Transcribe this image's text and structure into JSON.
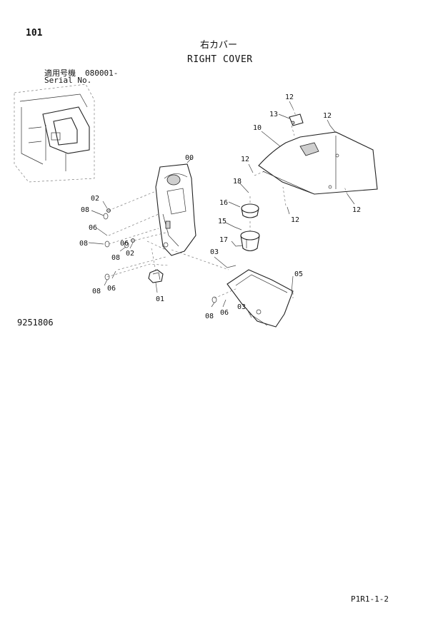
{
  "header": {
    "page_number": "101",
    "title_jp": "右カバー",
    "title_en": "RIGHT COVER",
    "serial_label_jp": "適用号機",
    "serial_value": "080001-",
    "serial_label_en": "Serial No."
  },
  "drawing_number": "9251806",
  "sheet_code": "P1R1-1-2",
  "callouts": {
    "c00": "00",
    "c01": "01",
    "c02a": "02",
    "c02b": "02",
    "c03a": "03",
    "c03b": "03",
    "c05": "05",
    "c06a": "06",
    "c06b": "06",
    "c06c": "06",
    "c06d": "06",
    "c08a": "08",
    "c08b": "08",
    "c08c": "08",
    "c08d": "08",
    "c08e": "08",
    "c10": "10",
    "c12a": "12",
    "c12b": "12",
    "c12c": "12",
    "c12d": "12",
    "c12e": "12",
    "c13": "13",
    "c15": "15",
    "c16": "16",
    "c17": "17",
    "c18": "18"
  }
}
